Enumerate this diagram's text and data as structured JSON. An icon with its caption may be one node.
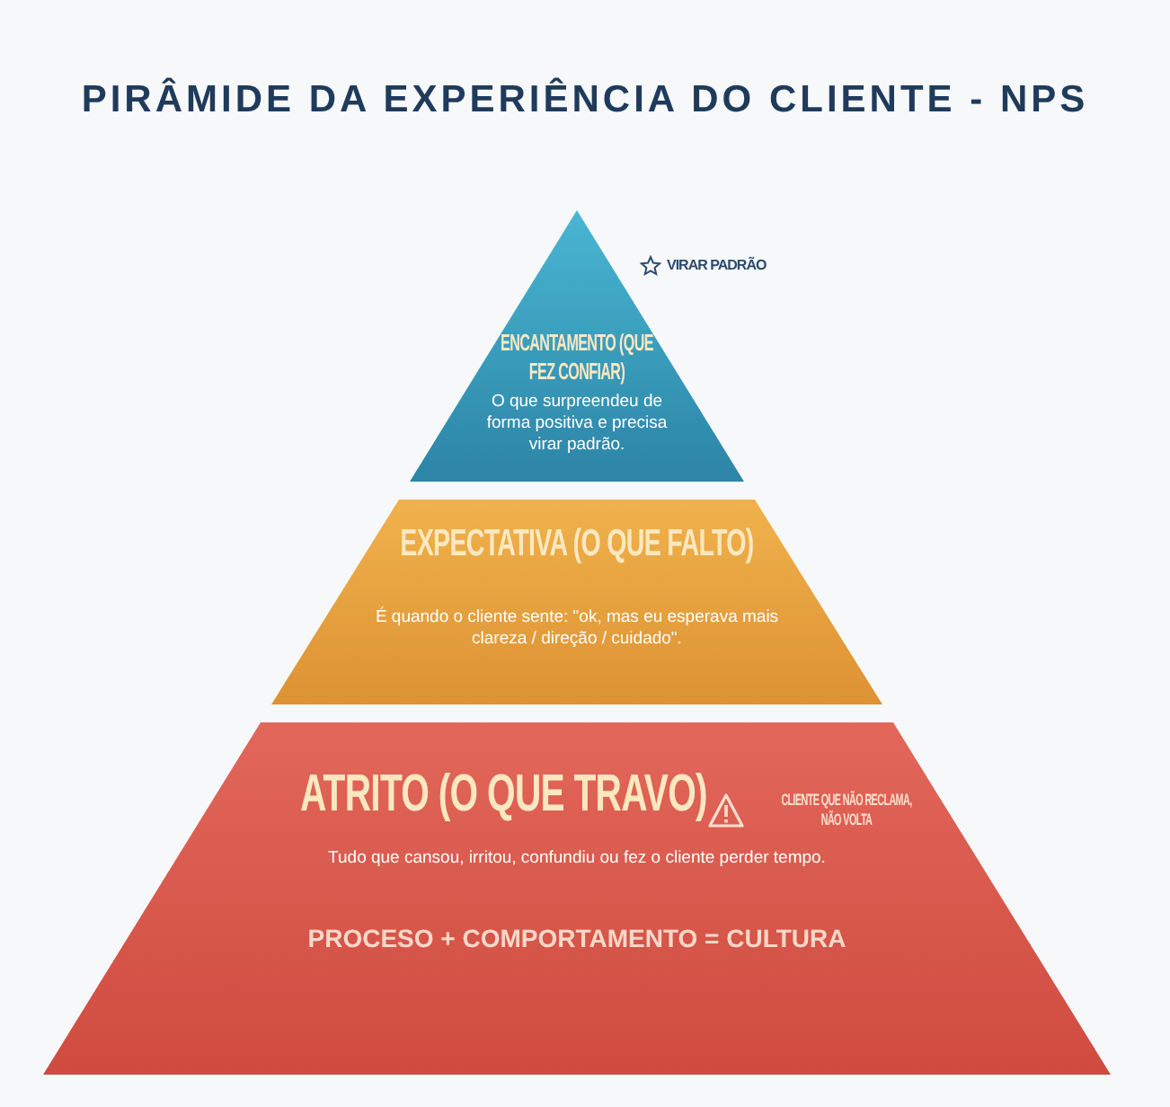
{
  "diagram": {
    "title": "PIRÂMIDE DA EXPERIÊNCIA DO CLIENTE - NPS",
    "nodes": [
      {
        "text": [
          "ENCANTAMENTO (QUE FEZ CONFIAR)",
          "O que surpreendeu de forma positiva e precisa virar padrão."
        ],
        "beside": [
          "VIRAR PADRÃO"
        ]
      },
      {
        "text": [
          "EXPECTATIVA (O QUE FALTO)",
          "É quando o cliente sente: \"ok, mas eu esperava mais clareza / direção / cuidado\"."
        ]
      },
      {
        "text": [
          "ATRITO (O QUE TRAVO)",
          "CLIENTE QUE NÃO RECLAMA, NÃO VOLTA",
          "Tudo que cansou, irritou, confundiu ou fez o cliente perder tempo.",
          "PROCESO + COMPORTAMENTO = CULTURA"
        ]
      }
    ],
    "edges": []
  }
}
